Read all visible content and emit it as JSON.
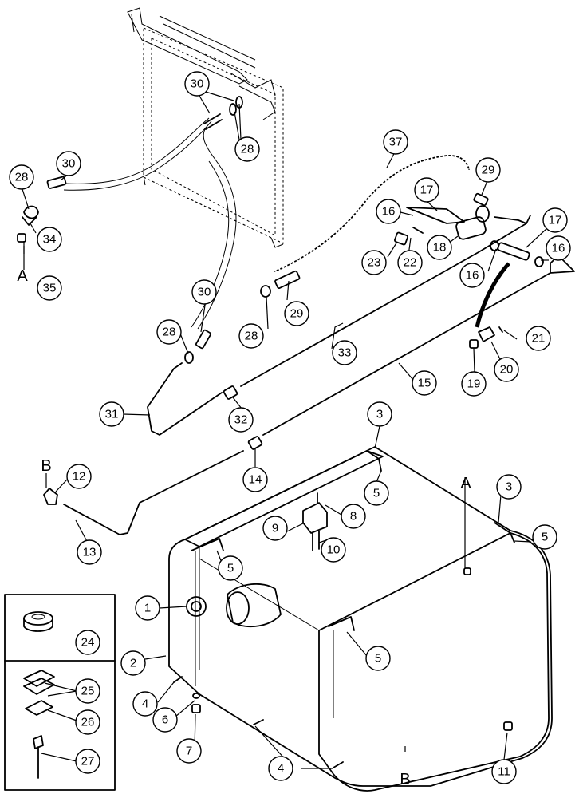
{
  "diagram": {
    "callouts": [
      {
        "id": "c30a",
        "label": "30"
      },
      {
        "id": "c28a",
        "label": "28"
      },
      {
        "id": "c28b",
        "label": "28"
      },
      {
        "id": "c30b",
        "label": "30"
      },
      {
        "id": "c34",
        "label": "34"
      },
      {
        "id": "c35",
        "label": "35"
      },
      {
        "id": "c37",
        "label": "37"
      },
      {
        "id": "c29a",
        "label": "29"
      },
      {
        "id": "c17a",
        "label": "17"
      },
      {
        "id": "c16a",
        "label": "16"
      },
      {
        "id": "c18",
        "label": "18"
      },
      {
        "id": "c22",
        "label": "22"
      },
      {
        "id": "c23",
        "label": "23"
      },
      {
        "id": "c17b",
        "label": "17"
      },
      {
        "id": "c16b",
        "label": "16"
      },
      {
        "id": "c16c",
        "label": "16"
      },
      {
        "id": "c30c",
        "label": "30"
      },
      {
        "id": "c28c",
        "label": "28"
      },
      {
        "id": "c29b",
        "label": "29"
      },
      {
        "id": "c28d",
        "label": "28"
      },
      {
        "id": "c33",
        "label": "33"
      },
      {
        "id": "c21",
        "label": "21"
      },
      {
        "id": "c20",
        "label": "20"
      },
      {
        "id": "c19",
        "label": "19"
      },
      {
        "id": "c15",
        "label": "15"
      },
      {
        "id": "c31",
        "label": "31"
      },
      {
        "id": "c32",
        "label": "32"
      },
      {
        "id": "c3a",
        "label": "3"
      },
      {
        "id": "c12",
        "label": "12"
      },
      {
        "id": "c14",
        "label": "14"
      },
      {
        "id": "c5a",
        "label": "5"
      },
      {
        "id": "c3b",
        "label": "3"
      },
      {
        "id": "c8",
        "label": "8"
      },
      {
        "id": "c5b",
        "label": "5"
      },
      {
        "id": "c9",
        "label": "9"
      },
      {
        "id": "c10",
        "label": "10"
      },
      {
        "id": "c13",
        "label": "13"
      },
      {
        "id": "c5c",
        "label": "5"
      },
      {
        "id": "c1",
        "label": "1"
      },
      {
        "id": "c24",
        "label": "24"
      },
      {
        "id": "c5d",
        "label": "5"
      },
      {
        "id": "c2",
        "label": "2"
      },
      {
        "id": "c25",
        "label": "25"
      },
      {
        "id": "c4a",
        "label": "4"
      },
      {
        "id": "c6",
        "label": "6"
      },
      {
        "id": "c26",
        "label": "26"
      },
      {
        "id": "c7",
        "label": "7"
      },
      {
        "id": "c27",
        "label": "27"
      },
      {
        "id": "c4b",
        "label": "4"
      },
      {
        "id": "c11",
        "label": "11"
      }
    ],
    "reference_letters": [
      {
        "id": "refA1",
        "label": "A"
      },
      {
        "id": "refA2",
        "label": "A"
      },
      {
        "id": "refB1",
        "label": "B"
      },
      {
        "id": "refB2",
        "label": "B"
      }
    ]
  }
}
